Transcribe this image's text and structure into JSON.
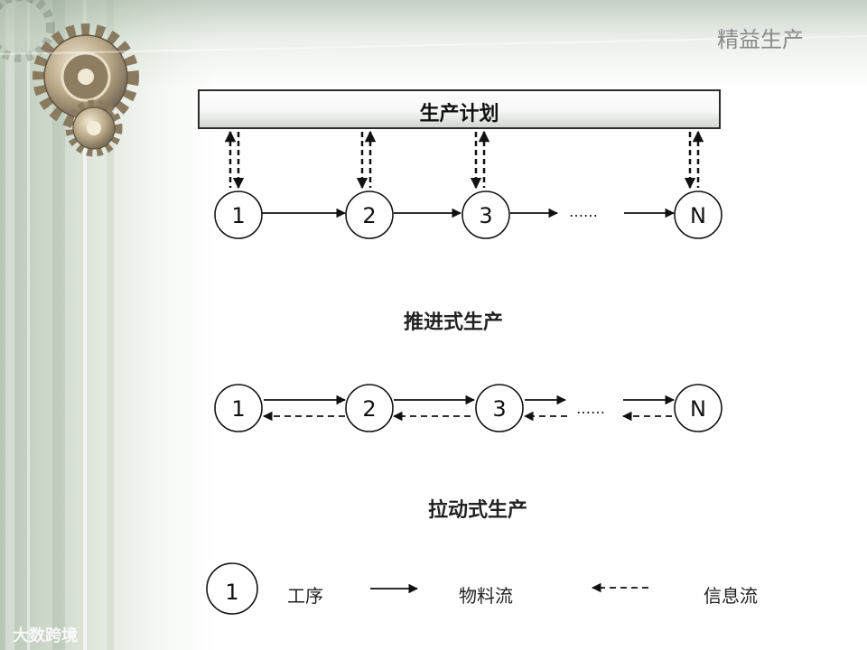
{
  "header": {
    "title": "精益生产"
  },
  "plan_box": {
    "label": "生产计划"
  },
  "push": {
    "caption": "推进式生产",
    "nodes": [
      "1",
      "2",
      "3",
      "N"
    ],
    "ellipsis": "……"
  },
  "pull": {
    "caption": "拉动式生产",
    "nodes": [
      "1",
      "2",
      "3",
      "N"
    ],
    "ellipsis": "……"
  },
  "legend": {
    "process_symbol": "1",
    "process_label": "工序",
    "material_label": "物料流",
    "info_label": "信息流"
  },
  "watermark": {
    "text": "大数跨境"
  },
  "colors": {
    "line": "#111111",
    "text": "#222222",
    "header": "#8a8a8a"
  }
}
